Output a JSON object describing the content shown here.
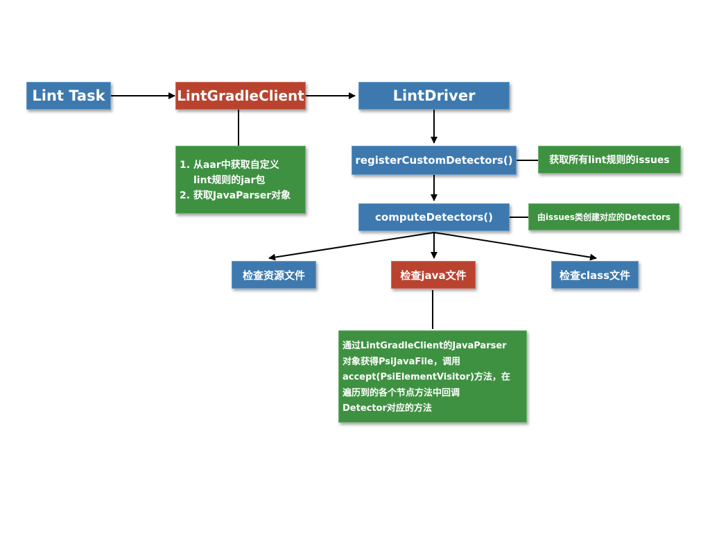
{
  "nodes": {
    "lint_task": "Lint Task",
    "lint_gradle_client": "LintGradleClient",
    "lint_driver": "LintDriver",
    "register_custom_detectors": "registerCustomDetectors()",
    "compute_detectors": "computeDetectors()",
    "check_resource": "检查资源文件",
    "check_java": "检查java文件",
    "check_class": "检查class文件"
  },
  "notes": {
    "gradle_client_note": [
      "1. 从aar中获取自定义",
      "lint规则的jar包",
      "2. 获取JavaParser对象"
    ],
    "register_note": "获取所有lint规则的issues",
    "compute_note": "由issues类创建对应的Detectors",
    "java_note": [
      "通过LintGradleClient的JavaParser",
      "对象获得PsiJavaFile，调用",
      "accept(PsiElementVisitor)方法，在",
      "遍历到的各个节点方法中回调",
      "Detector对应的方法"
    ]
  },
  "colors": {
    "blue": "#3d79ae",
    "red": "#b9432f",
    "green": "#3f9142",
    "arrow": "#000000"
  }
}
